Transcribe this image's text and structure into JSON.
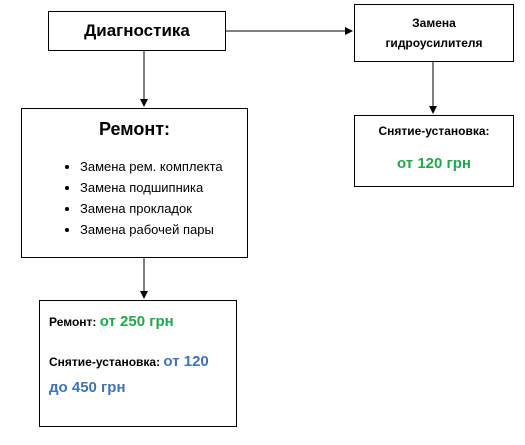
{
  "diagnostics": {
    "label": "Диагностика"
  },
  "steering_replace": {
    "line1": "Замена",
    "line2": "гидроусилителя"
  },
  "repair": {
    "title": "Ремонт:",
    "items": [
      "Замена рем. комплекта",
      "Замена подшипника",
      "Замена прокладок",
      "Замена рабочей пары"
    ]
  },
  "removal_install_right": {
    "label": "Снятие-установка:",
    "price": "от 120 грн"
  },
  "prices": {
    "repair_label": "Ремонт:",
    "repair_price": "от 250 грн",
    "removal_label": "Снятие-установка:",
    "removal_price_part1": "от 120",
    "removal_price_part2": "до 450 грн"
  },
  "colors": {
    "green": "#1fa84a",
    "blue": "#3f74b5",
    "border": "#000000"
  }
}
